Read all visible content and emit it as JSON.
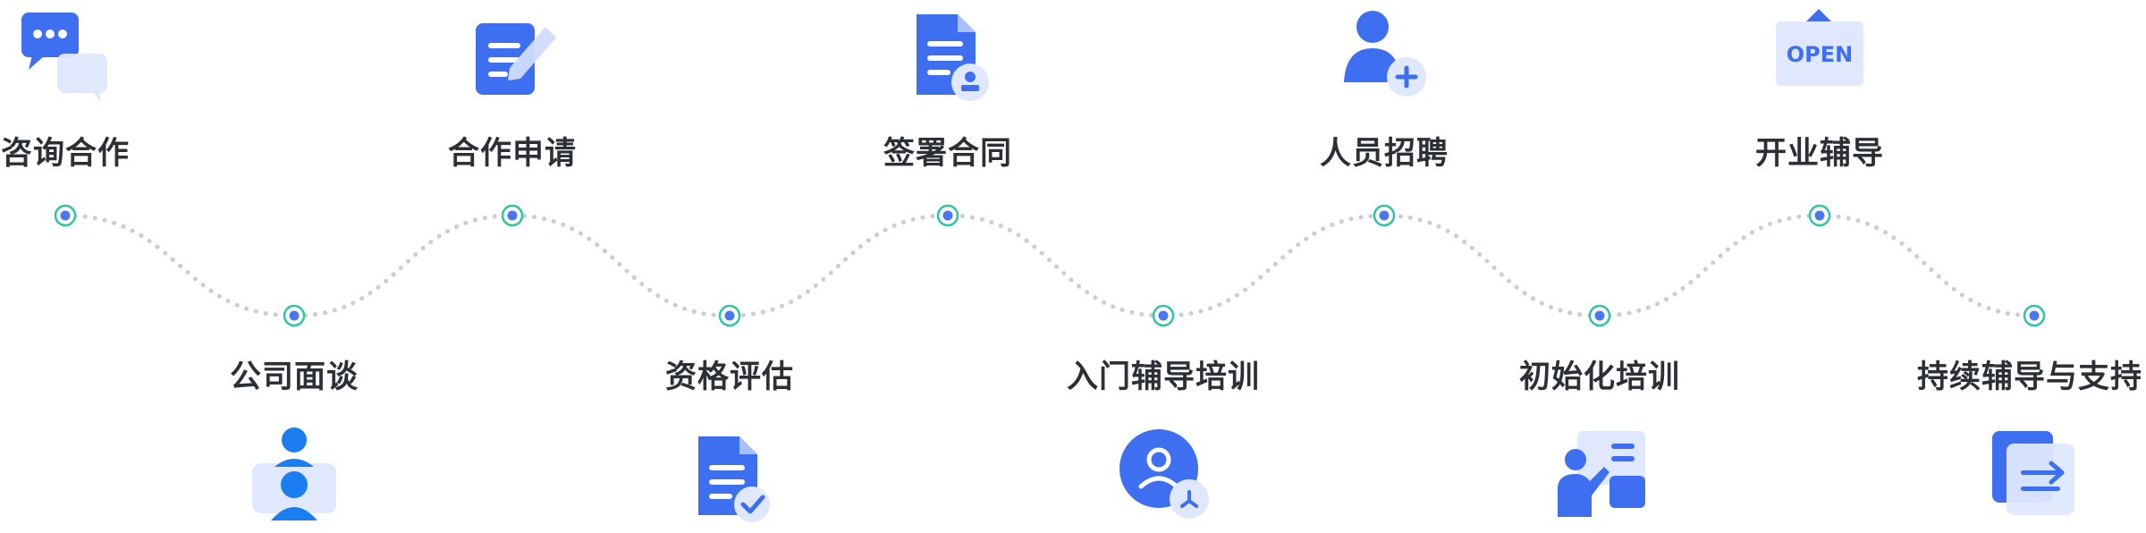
{
  "steps": [
    {
      "label": "咨询合作",
      "icon": "chat-bubbles-icon"
    },
    {
      "label": "公司面谈",
      "icon": "interview-people-icon"
    },
    {
      "label": "合作申请",
      "icon": "edit-document-icon"
    },
    {
      "label": "资格评估",
      "icon": "document-check-icon"
    },
    {
      "label": "签署合同",
      "icon": "contract-signature-icon"
    },
    {
      "label": "入门辅导培训",
      "icon": "user-circle-icon"
    },
    {
      "label": "人员招聘",
      "icon": "add-user-icon"
    },
    {
      "label": "初始化培训",
      "icon": "presentation-training-icon"
    },
    {
      "label": "开业辅导",
      "icon": "open-sign-icon",
      "sign_text": "OPEN"
    },
    {
      "label": "持续辅导与支持",
      "icon": "support-arrow-icon"
    }
  ],
  "colors": {
    "primary": "#3d6ff0",
    "secondary": "#1a7df0",
    "dot_ring": "#2ec4a4",
    "dot_center": "#4a76f0",
    "dotted_line": "#c9cdd4",
    "label": "#2b2f36"
  }
}
